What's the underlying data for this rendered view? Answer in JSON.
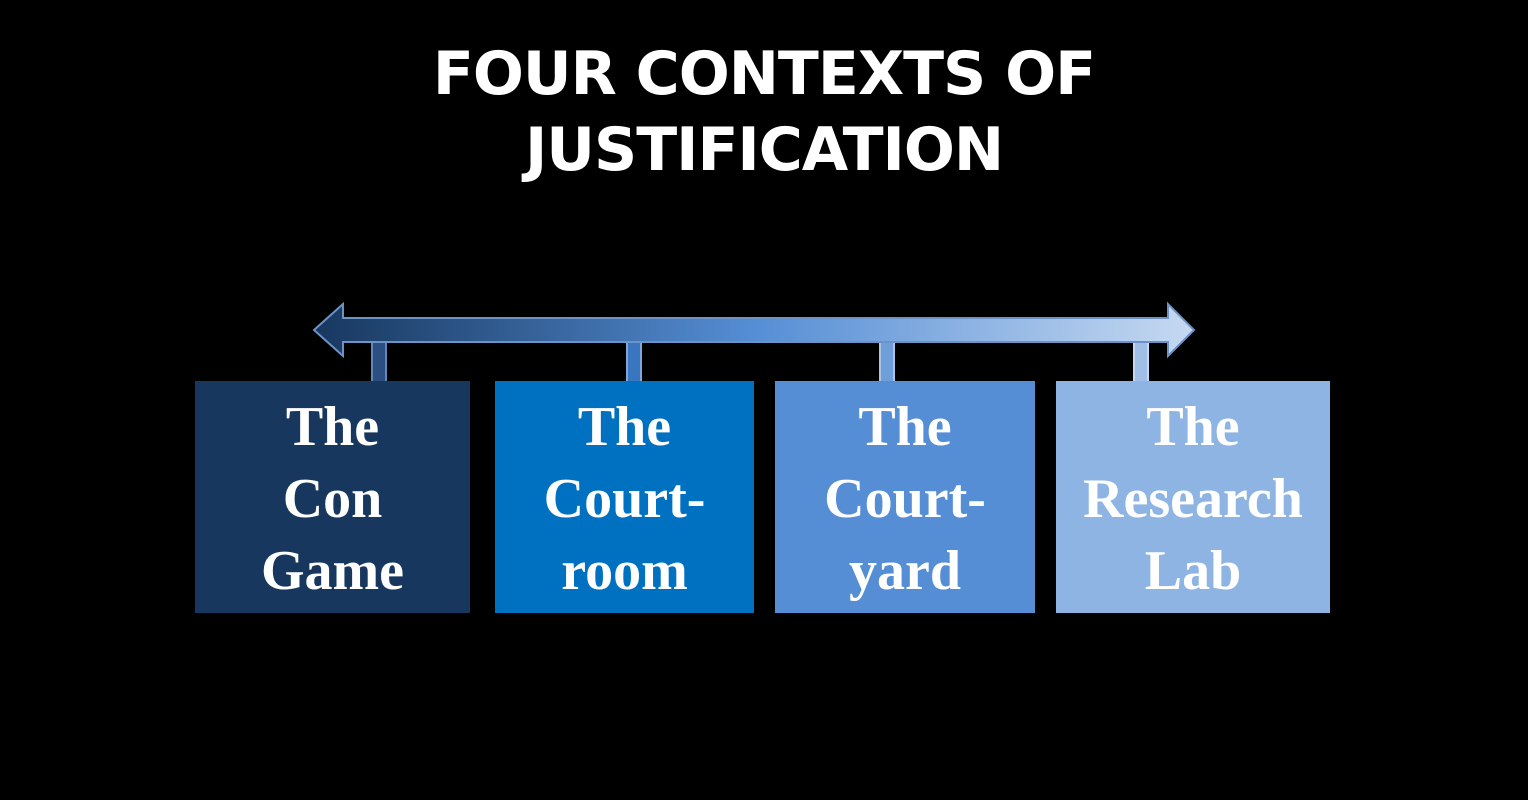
{
  "title": {
    "line1": "FOUR CONTEXTS OF",
    "line2": "JUSTIFICATION"
  },
  "contexts": [
    {
      "lines": [
        "The",
        "Con",
        "Game"
      ],
      "color": "#17375e"
    },
    {
      "lines": [
        "The",
        "Court-",
        "room"
      ],
      "color": "#0070c0"
    },
    {
      "lines": [
        "The",
        "Court-",
        "yard"
      ],
      "color": "#558ed5"
    },
    {
      "lines": [
        "The",
        "Research",
        "Lab"
      ],
      "color": "#8eb4e3"
    }
  ],
  "arrow": {
    "gradient_colors": [
      "#17375e",
      "#558ed5",
      "#c6d9f1"
    ],
    "direction": "double-headed"
  }
}
